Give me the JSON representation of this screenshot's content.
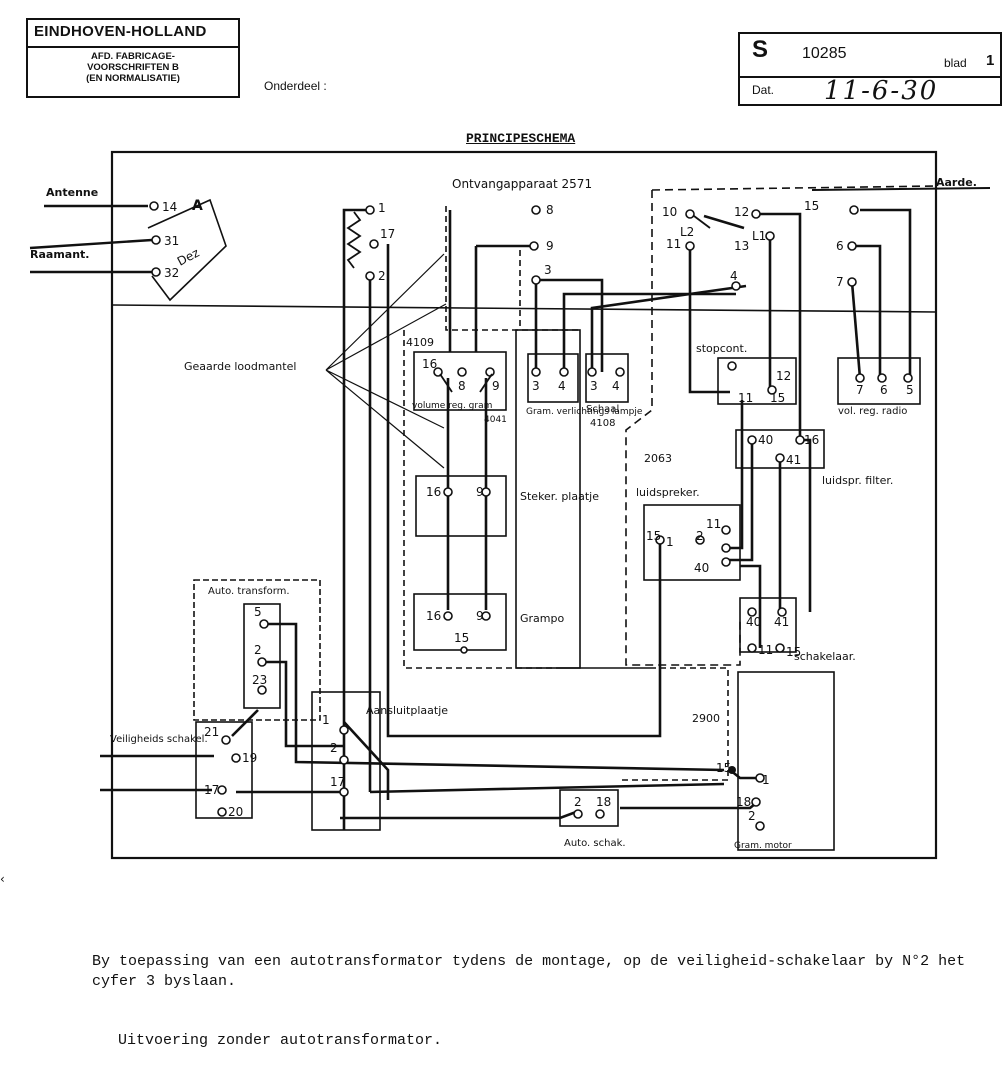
{
  "header": {
    "company": "EINDHOVEN-HOLLAND",
    "dept_line1": "AFD. FABRICAGE-",
    "dept_line2": "VOORSCHRIFTEN B",
    "dept_line3": "(EN NORMALISATIE)",
    "onderdeel_label": "Onderdeel :",
    "doc_letter": "S",
    "doc_number": "10285",
    "blad_label": "blad",
    "blad_number": "1",
    "date_label": "Dat.",
    "date": "11-6-30"
  },
  "title": "PRINCIPESCHEMA",
  "diagram": {
    "receiver": "Ontvangapparaat 2571",
    "antenna": "Antenne",
    "frame": "Raamant.",
    "earth": "Aarde.",
    "A": "A",
    "dez": "Dez",
    "grounded_lead": "Geaarde loodmantel",
    "block_4109": "4109",
    "volume_label": "volume reg. gram",
    "gram_4041": "4041",
    "gram_light": "Gram. verlichtings lampje",
    "schaal_label": "Schaal",
    "schaal_4108": "4108",
    "stopcont": "stopcont.",
    "vol_reg_radio": "vol. reg. radio",
    "luidspr_filter": "luidspr. filter.",
    "block_2063": "2063",
    "luidspreker": "luidspreker.",
    "steker": "Steker. plaatje",
    "grampo": "Grampo",
    "auto_transform": "Auto. transform.",
    "veiligheid": "Veiligheids schakel.",
    "aansluit": "Aansluitplaatje",
    "block_2900": "2900",
    "auto_schak": "Auto. schak.",
    "schakelaar": "schakelaar.",
    "gram_motor": "Gram. motor",
    "L2": "L2",
    "L1": "L1",
    "terminals": [
      "14",
      "31",
      "32",
      "1",
      "17",
      "2",
      "8",
      "9",
      "3",
      "4",
      "10",
      "11",
      "12",
      "13",
      "15",
      "6",
      "7",
      "16",
      "8",
      "9",
      "3",
      "4",
      "3",
      "4",
      "11",
      "12",
      "15",
      "7",
      "6",
      "5",
      "40",
      "16",
      "41",
      "16",
      "9",
      "16",
      "9",
      "15",
      "1",
      "2",
      "15",
      "11",
      "40",
      "40",
      "41",
      "11",
      "15",
      "5",
      "2",
      "23",
      "21",
      "19",
      "17",
      "20",
      "1",
      "2",
      "17",
      "15",
      "2",
      "18",
      "1",
      "18",
      "2"
    ]
  },
  "notes": {
    "line1": "By toepassing van een autotransformator tydens de montage, op de veiligheid-schakelaar by N°2 het cyfer 3 byslaan.",
    "line2": "Uitvoering zonder autotransformator."
  }
}
